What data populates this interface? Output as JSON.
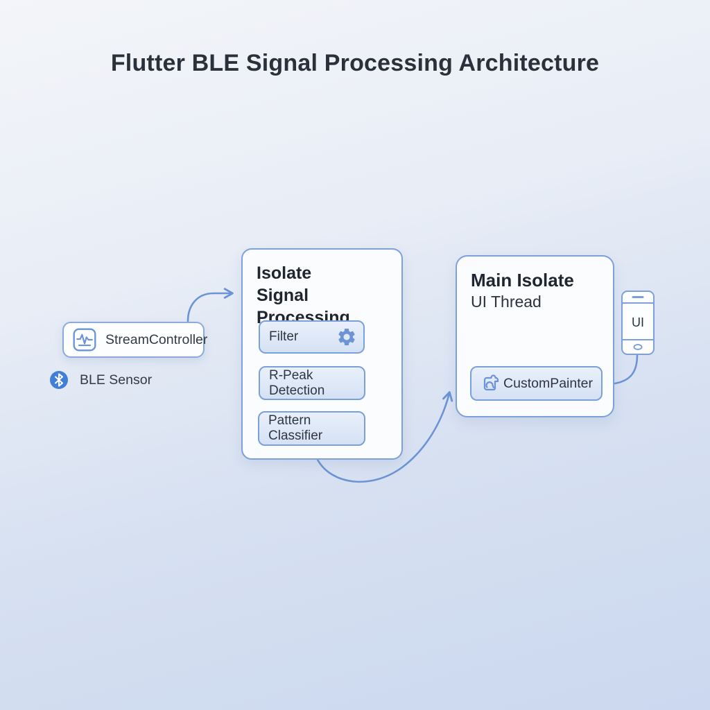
{
  "title": "Flutter BLE Signal Processing Architecture",
  "colors": {
    "accent": "#7da0d8",
    "accent-strong": "#6b93d6",
    "bluetooth": "#3f7fd8",
    "ink": "#2b313b",
    "text": "#323a46",
    "panel-bg": "#fafcfe",
    "chip-top": "#e9f0fa",
    "chip-bottom": "#d5e1f4",
    "page-top": "#f3f5f9",
    "page-bottom": "#cbd8ef"
  },
  "source": {
    "stream_controller": "StreamController",
    "stream_controller_icon": "waveform-icon",
    "ble_sensor": "BLE Sensor",
    "ble_sensor_icon": "bluetooth-icon"
  },
  "isolate": {
    "title_line1": "Isolate",
    "title_line2": "Signal Processing",
    "steps": [
      {
        "label": "Filter",
        "icon": "gear-icon"
      },
      {
        "label": "R-Peak Detection",
        "icon": ""
      },
      {
        "label": "Pattern Classifier",
        "icon": ""
      }
    ]
  },
  "main_isolate": {
    "title_line1": "Main Isolate",
    "title_line2": "UI Thread",
    "painter": {
      "label": "CustomPainter",
      "icon": "puzzle-icon"
    }
  },
  "phone": {
    "label": "UI",
    "icon": "phone-icon"
  }
}
